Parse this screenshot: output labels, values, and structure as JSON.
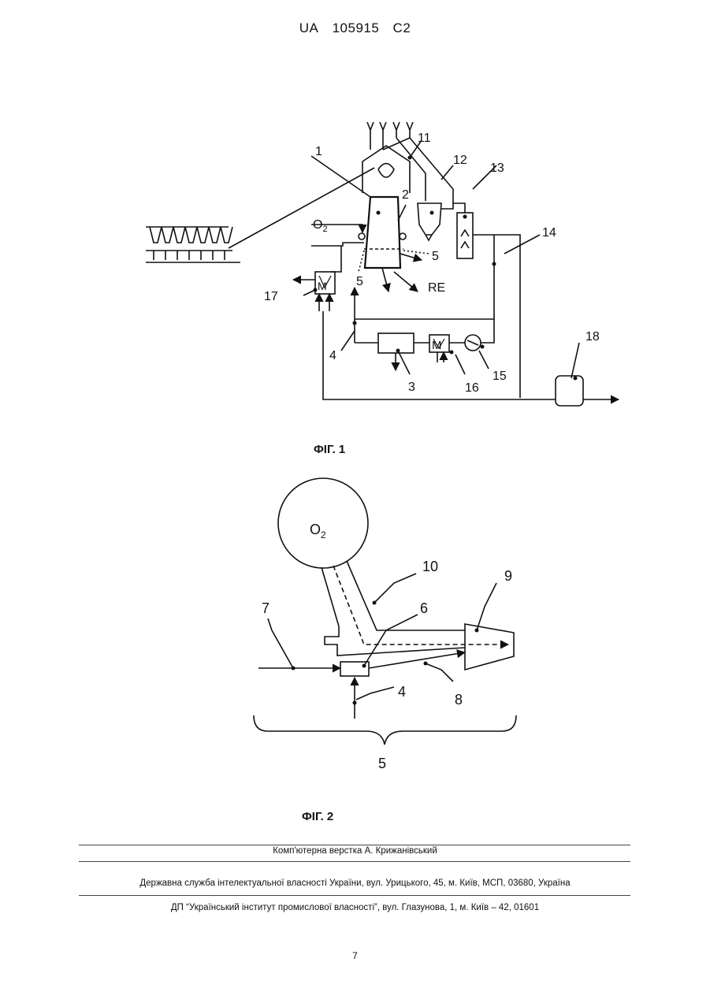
{
  "header": {
    "office": "UA",
    "number": "105915",
    "kind": "C2"
  },
  "figure1": {
    "caption": "ФІГ. 1",
    "labels": {
      "l1": "1",
      "l2": "2",
      "l3": "3",
      "l4": "4",
      "l5a": "5",
      "l5b": "5",
      "l11": "11",
      "l12": "12",
      "l13": "13",
      "l14": "14",
      "l15": "15",
      "l16": "16",
      "l17": "17",
      "l18": "18",
      "o2_main": "O",
      "o2_sub": "2",
      "re": "RE",
      "m_left": "M",
      "m_right": "M"
    }
  },
  "figure2": {
    "caption": "ФІГ. 2",
    "labels": {
      "o2_main": "O",
      "o2_sub": "2",
      "l4": "4",
      "l5": "5",
      "l6": "6",
      "l7": "7",
      "l8": "8",
      "l9": "9",
      "l10": "10"
    }
  },
  "footer": {
    "layout": "Комп'ютерна верстка А. Крижанівський",
    "agency": "Державна служба інтелектуальної власності України, вул. Урицького, 45, м. Київ, МСП, 03680, Україна",
    "institute": "ДП “Український інститут промислової власності”, вул. Глазунова, 1, м. Київ – 42, 01601"
  },
  "page_number": "7"
}
